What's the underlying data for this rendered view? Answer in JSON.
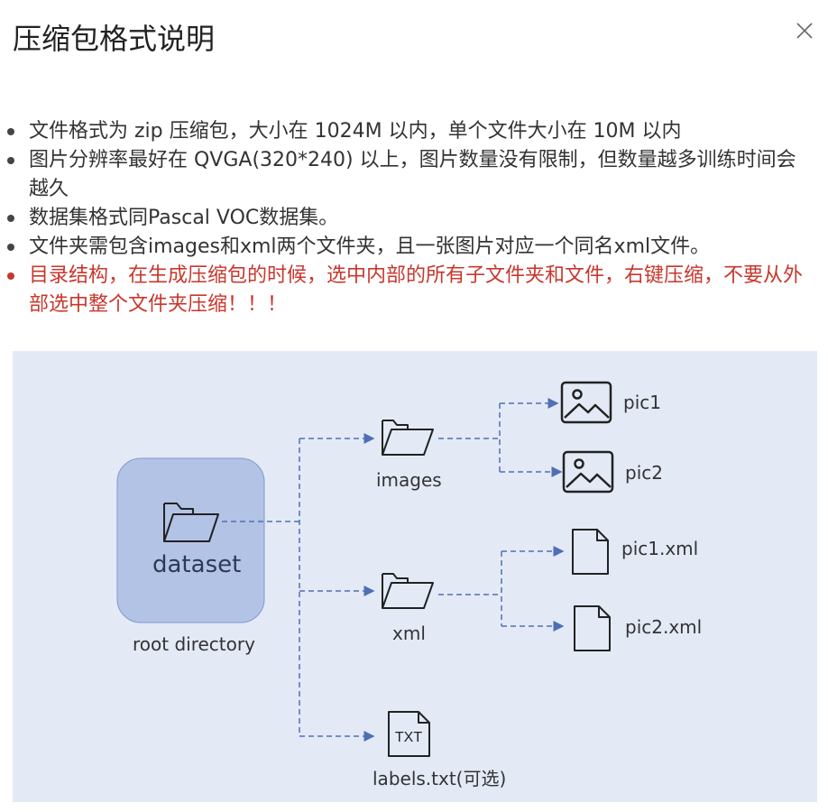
{
  "dialog": {
    "title": "压缩包格式说明",
    "close_icon": "close-icon"
  },
  "rules": [
    {
      "text": "文件格式为 zip 压缩包，大小在 1024M 以内，单个文件大小在 10M 以内",
      "warning": false
    },
    {
      "text": "图片分辨率最好在 QVGA(320*240) 以上，图片数量没有限制，但数量越多训练时间会越久",
      "warning": false
    },
    {
      "text": "数据集格式同Pascal VOC数据集。",
      "warning": false
    },
    {
      "text": "文件夹需包含images和xml两个文件夹，且一张图片对应一个同名xml文件。",
      "warning": false
    },
    {
      "text": "目录结构，在生成压缩包的时候，选中内部的所有子文件夹和文件，右键压缩，不要从外部选中整个文件夹压缩！！！",
      "warning": true
    }
  ],
  "colors": {
    "warning": "#c8372d",
    "diagram_bg": "#e3eaf6",
    "root_box": "#b3c3e6",
    "connector": "#4f6fb5"
  },
  "diagram": {
    "root": {
      "name": "dataset",
      "caption": "root directory",
      "icon": "folder-icon"
    },
    "folders": [
      {
        "name": "images",
        "icon": "folder-icon"
      },
      {
        "name": "xml",
        "icon": "folder-icon"
      }
    ],
    "files": [
      {
        "name": "pic1",
        "icon": "image-icon"
      },
      {
        "name": "pic2",
        "icon": "image-icon"
      },
      {
        "name": "pic1.xml",
        "icon": "file-icon"
      },
      {
        "name": "pic2.xml",
        "icon": "file-icon"
      }
    ],
    "labels_file": {
      "name": "labels.txt(可选)",
      "badge": "TXT",
      "icon": "txt-file-icon"
    }
  }
}
